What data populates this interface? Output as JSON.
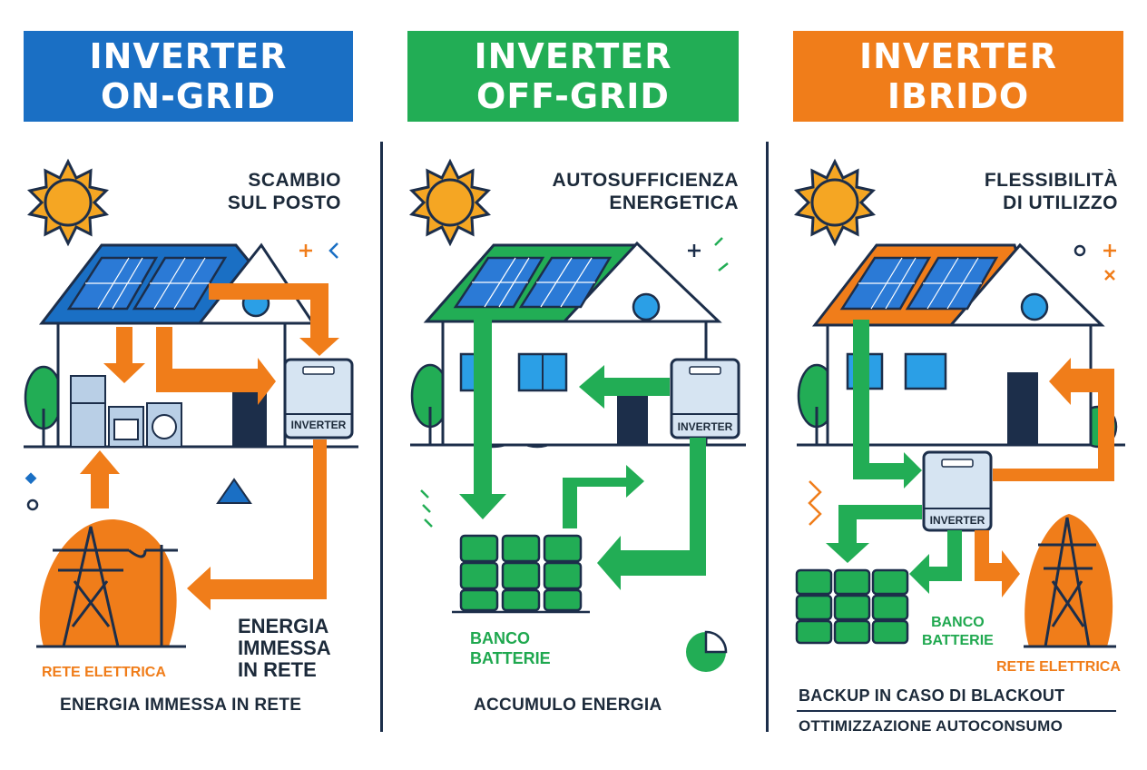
{
  "panels": [
    {
      "id": "on-grid",
      "title_line1": "INVERTER",
      "title_line2": "ON-GRID",
      "color": "#1a6fc4",
      "tagline_line1": "SCAMBIO",
      "tagline_line2": "SUL POSTO",
      "inverter_label": "INVERTER",
      "grid_label": "RETE ELETTRICA",
      "side_line1": "ENERGIA",
      "side_line2": "IMMESSA",
      "side_line3": "IN RETE",
      "footer": "ENERGIA IMMESSA IN RETE"
    },
    {
      "id": "off-grid",
      "title_line1": "INVERTER",
      "title_line2": "OFF-GRID",
      "color": "#22ad55",
      "tagline_line1": "AUTOSUFFICIENZA",
      "tagline_line2": "ENERGETICA",
      "inverter_label": "INVERTER",
      "battery_line1": "BANCO",
      "battery_line2": "BATTERIE",
      "footer": "ACCUMULO ENERGIA"
    },
    {
      "id": "ibrido",
      "title_line1": "INVERTER",
      "title_line2": "IBRIDO",
      "color": "#f07d1a",
      "tagline_line1": "FLESSIBILITÀ",
      "tagline_line2": "DI UTILIZZO",
      "inverter_label": "INVERTER",
      "battery_line1": "BANCO",
      "battery_line2": "BATTERIE",
      "grid_label": "RETE ELETTRICA",
      "footer_line1": "BACKUP IN CASO DI BLACKOUT",
      "footer_line2": "OTTIMIZZAZIONE AUTOCONSUMO"
    }
  ],
  "colors": {
    "navy": "#1c2e4a",
    "orange": "#f07d1a",
    "green": "#22ad55",
    "blue": "#1a6fc4",
    "sun": "#f5a623",
    "panel_blue": "#2b7ad6"
  }
}
